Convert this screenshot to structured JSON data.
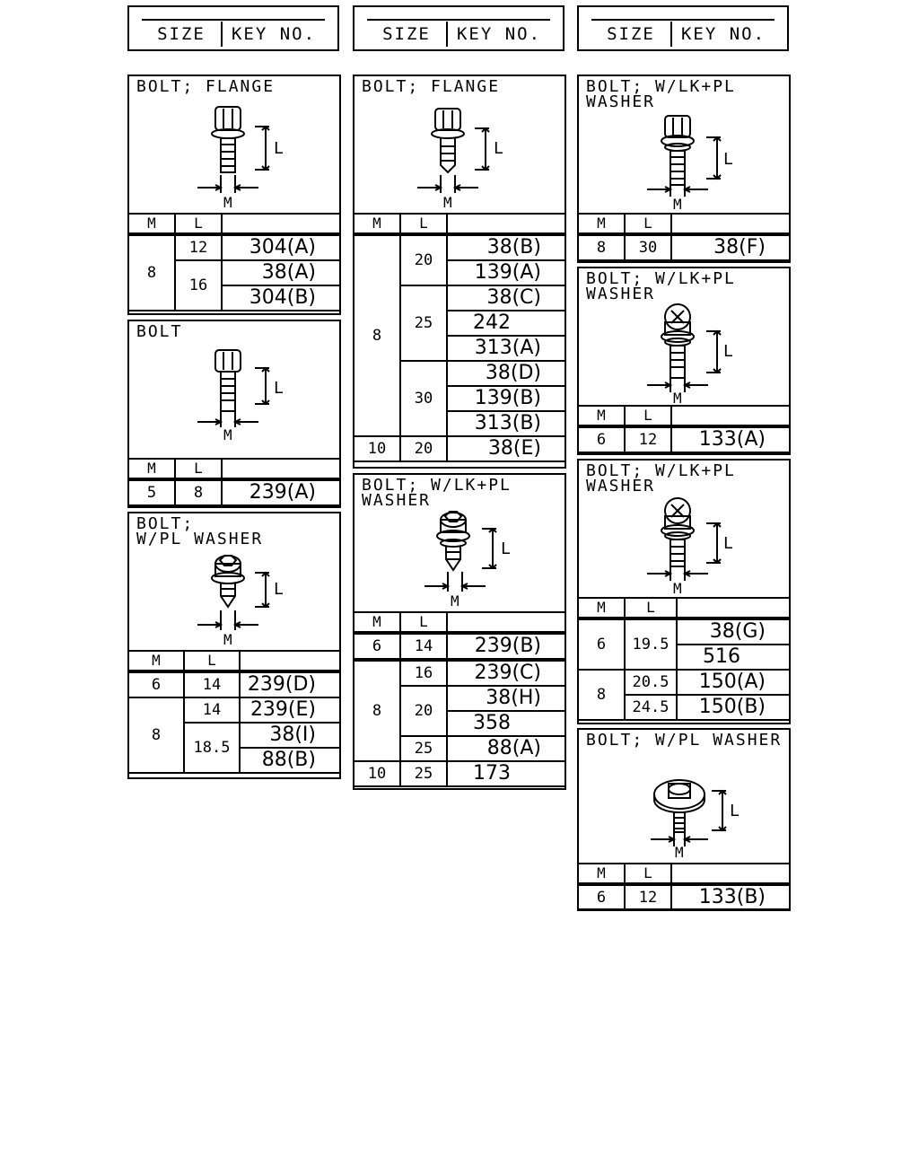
{
  "header": {
    "size_label": "SIZE",
    "key_label": "KEY NO."
  },
  "columns": [
    {
      "panels": [
        {
          "title": "BOLT; FLANGE",
          "m_label": "M",
          "l_label": "L",
          "rows": [
            [
              "8",
              "12",
              "304(A)"
            ],
            [
              "",
              "16",
              "38(A)"
            ],
            [
              "",
              "",
              "304(B)"
            ]
          ]
        },
        {
          "title": "BOLT",
          "m_label": "M",
          "l_label": "L",
          "rows": [
            [
              "5",
              "8",
              "239(A)"
            ]
          ]
        },
        {
          "title": "BOLT;\nW/PL WASHER",
          "m_label": "M",
          "l_label": "L",
          "rows": [
            [
              "6",
              "14",
              "239(D)"
            ],
            [
              "8",
              "14",
              "239(E)"
            ],
            [
              "",
              "18.5",
              "38(I)"
            ],
            [
              "",
              "",
              "88(B)"
            ]
          ]
        }
      ]
    },
    {
      "panels": [
        {
          "title": "BOLT; FLANGE",
          "m_label": "M",
          "l_label": "L",
          "rows": [
            [
              "8",
              "20",
              "38(B)"
            ],
            [
              "",
              "",
              "139(A)"
            ],
            [
              "",
              "25",
              "38(C)"
            ],
            [
              "",
              "",
              "242"
            ],
            [
              "",
              "",
              "313(A)"
            ],
            [
              "",
              "30",
              "38(D)"
            ],
            [
              "",
              "",
              "139(B)"
            ],
            [
              "",
              "",
              "313(B)"
            ],
            [
              "10",
              "20",
              "38(E)"
            ]
          ]
        },
        {
          "title": "BOLT; W/LK+PL\nWASHER",
          "m_label": "M",
          "l_label": "L",
          "rows": [
            [
              "6",
              "14",
              "239(B)"
            ],
            [
              "8",
              "16",
              "239(C)"
            ],
            [
              "",
              "20",
              "38(H)"
            ],
            [
              "",
              "",
              "358"
            ],
            [
              "",
              "25",
              "88(A)"
            ],
            [
              "10",
              "25",
              "173"
            ]
          ]
        }
      ]
    },
    {
      "panels": [
        {
          "title": "BOLT; W/LK+PL\nWASHER",
          "m_label": "M",
          "l_label": "L",
          "rows": [
            [
              "8",
              "30",
              "38(F)"
            ]
          ]
        },
        {
          "title": "BOLT; W/LK+PL\nWASHER",
          "m_label": "M",
          "l_label": "L",
          "rows": [
            [
              "6",
              "12",
              "133(A)"
            ]
          ]
        },
        {
          "title": "BOLT; W/LK+PL\nWASHER",
          "m_label": "M",
          "l_label": "L",
          "rows": [
            [
              "6",
              "19.5",
              "38(G)"
            ],
            [
              "",
              "",
              "516"
            ],
            [
              "8",
              "20.5",
              "150(A)"
            ],
            [
              "",
              "24.5",
              "150(B)"
            ]
          ]
        },
        {
          "title": "BOLT; W/PL WASHER",
          "m_label": "M",
          "l_label": "L",
          "rows": [
            [
              "6",
              "12",
              "133(B)"
            ]
          ]
        }
      ]
    }
  ]
}
